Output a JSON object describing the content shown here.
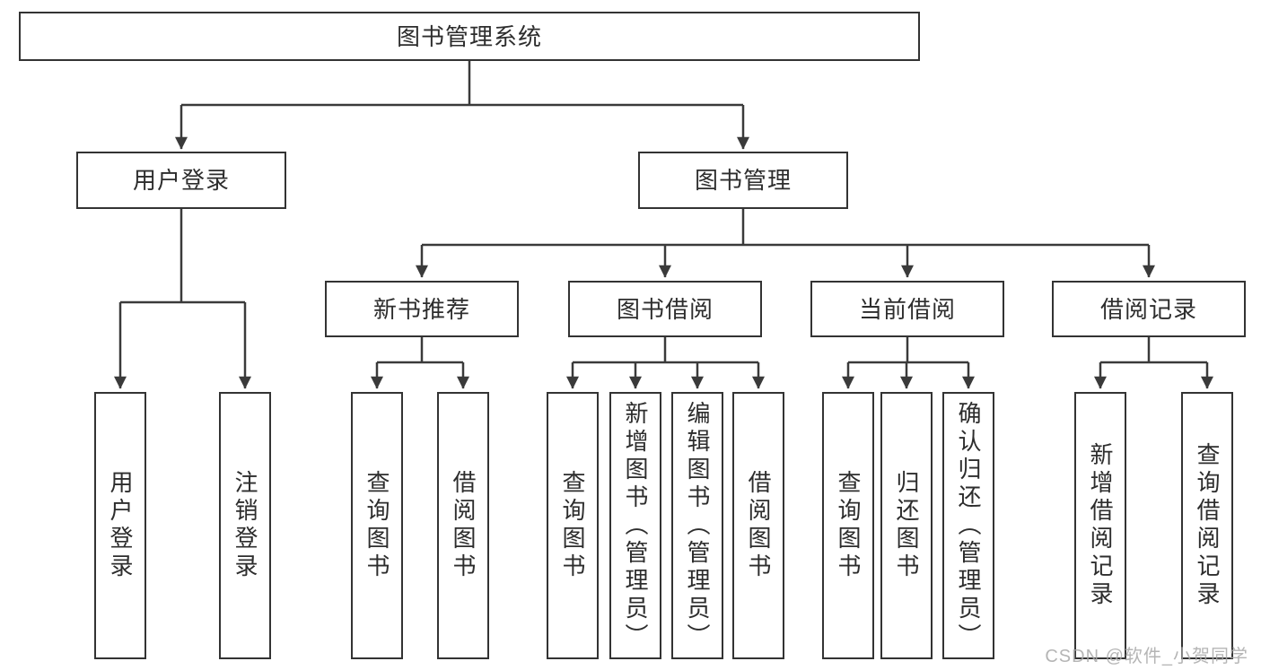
{
  "diagram": {
    "root": {
      "label": "图书管理系统"
    },
    "branches": [
      {
        "label": "用户登录",
        "children": [
          {
            "label": "用户登录"
          },
          {
            "label": "注销登录"
          }
        ]
      },
      {
        "label": "图书管理",
        "groups": [
          {
            "label": "新书推荐",
            "children": [
              {
                "label": "查询图书"
              },
              {
                "label": "借阅图书"
              }
            ]
          },
          {
            "label": "图书借阅",
            "children": [
              {
                "label": "查询图书"
              },
              {
                "label": "新增图书（管理员）"
              },
              {
                "label": "编辑图书（管理员）"
              },
              {
                "label": "借阅图书"
              }
            ]
          },
          {
            "label": "当前借阅",
            "children": [
              {
                "label": "查询图书"
              },
              {
                "label": "归还图书"
              },
              {
                "label": "确认归还（管理员）"
              }
            ]
          },
          {
            "label": "借阅记录",
            "children": [
              {
                "label": "新增借阅记录"
              },
              {
                "label": "查询借阅记录"
              }
            ]
          }
        ]
      }
    ]
  },
  "watermark": "CSDN @软件_小贺同学",
  "colors": {
    "line": "#3a3a3a",
    "box_border": "#333333",
    "text": "#2d2d2d",
    "watermark": "#a8a8a8",
    "background": "#ffffff"
  }
}
